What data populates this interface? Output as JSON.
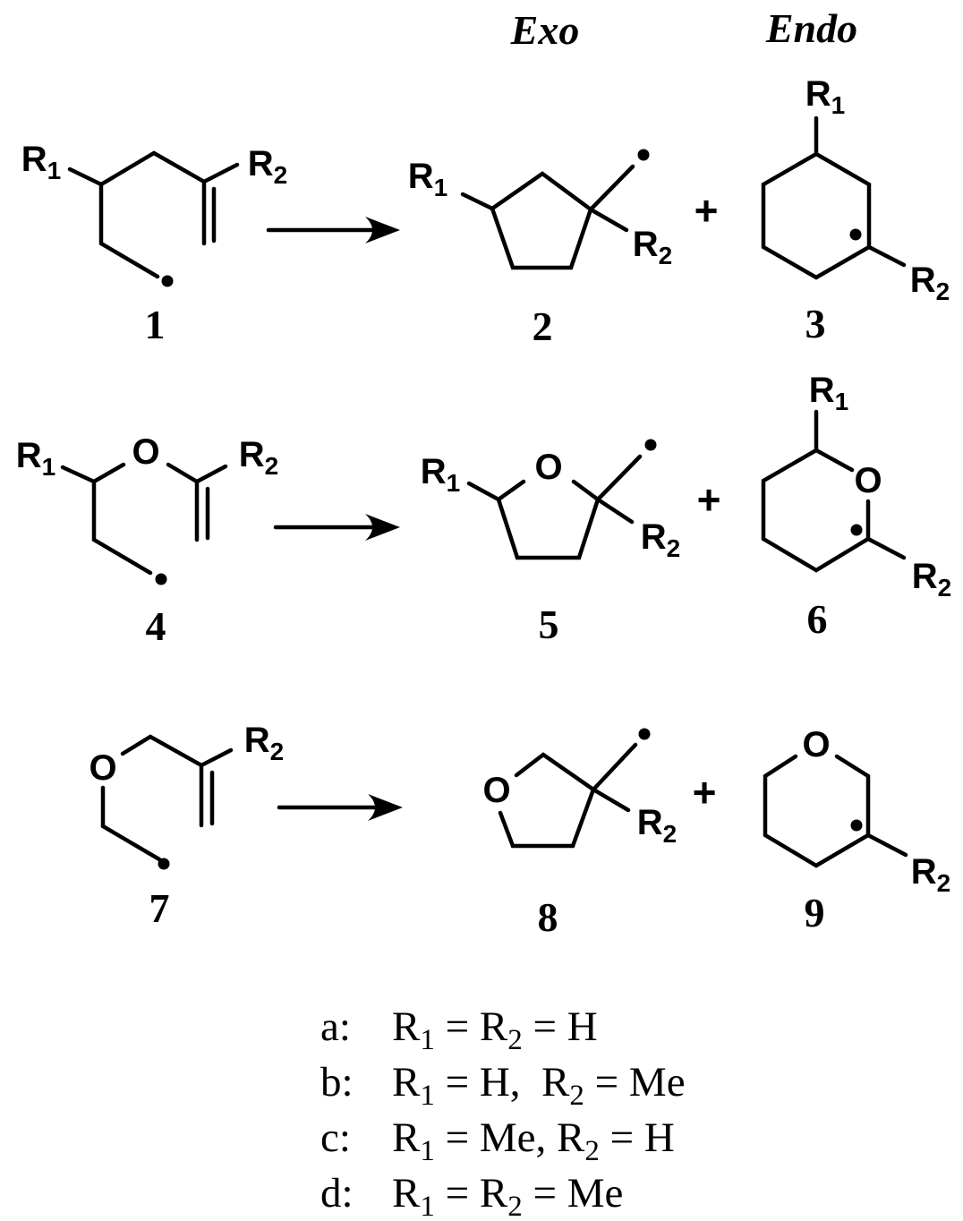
{
  "headers": {
    "exo": "Exo",
    "endo": "Endo"
  },
  "labels": {
    "r": "R",
    "sub1": "1",
    "sub2": "2",
    "oxygen": "O",
    "plus": "+"
  },
  "compounds": {
    "c1": "1",
    "c2": "2",
    "c3": "3",
    "c4": "4",
    "c5": "5",
    "c6": "6",
    "c7": "7",
    "c8": "8",
    "c9": "9"
  },
  "legend": {
    "rows": [
      {
        "key": "a:",
        "p1": "R",
        "s1": "1",
        "p2": " = R",
        "s2": "2",
        "p3": " = H"
      },
      {
        "key": "b:",
        "p1": "R",
        "s1": "1",
        "p2": " = H,  R",
        "s2": "2",
        "p3": " = Me"
      },
      {
        "key": "c:",
        "p1": "R",
        "s1": "1",
        "p2": " = Me, R",
        "s2": "2",
        "p3": " = H"
      },
      {
        "key": "d:",
        "p1": "R",
        "s1": "1",
        "p2": " = R",
        "s2": "2",
        "p3": " = Me"
      }
    ]
  }
}
